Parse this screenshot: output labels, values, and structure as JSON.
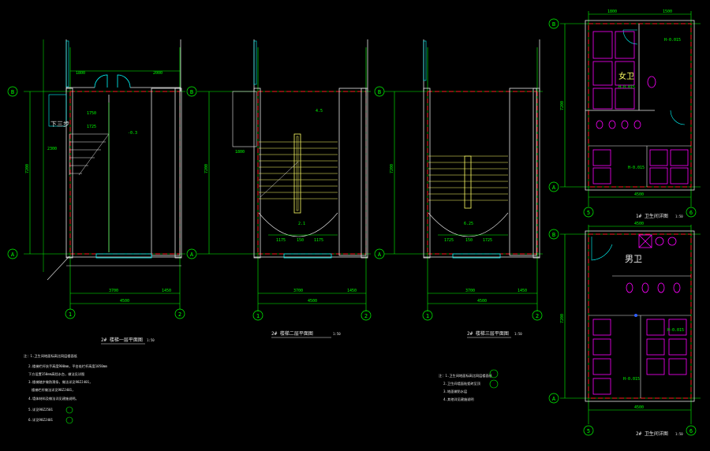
{
  "colors": {
    "background": "#000000",
    "wall": "#e8e8e8",
    "dimension": "#00ff00",
    "axis_red": "#ff2020",
    "fixture": "#ff00ff",
    "stair": "#ffff66",
    "glass": "#00ffff",
    "blue": "#3060ff"
  },
  "axis_labels": {
    "b": "B",
    "a": "A",
    "one": "1",
    "two": "2",
    "five": "5",
    "six": "6"
  },
  "plan1": {
    "title": "2# 楼梯一层平面图",
    "scale": "1:50",
    "stair_label": "下三步",
    "dims": {
      "bottom_inner": "3700",
      "bottom_right": "1450",
      "bottom_total": "4500",
      "left_total": "7200",
      "top_left": "1800",
      "top_right": "2000",
      "middle_a": "1725",
      "middle_b": "1750",
      "left_small": "2300",
      "level": "-0.3"
    }
  },
  "plan2": {
    "title": "2# 楼梯二层平面图",
    "scale": "1:50",
    "dims": {
      "bottom_inner": "3700",
      "bottom_right": "1450",
      "bottom_total": "4500",
      "left_total": "7200",
      "stair_bottom_a": "1175",
      "stair_bottom_b": "150",
      "stair_bottom_c": "1175",
      "level_top": "4.5",
      "level_mid": "2.1",
      "left_small": "1800"
    }
  },
  "plan3": {
    "title": "2# 楼梯三层平面图",
    "scale": "1:50",
    "dims": {
      "bottom_inner": "3700",
      "bottom_right": "1450",
      "bottom_total": "4500",
      "left_total": "7200",
      "stair_bottom_a": "1725",
      "stair_bottom_b": "150",
      "stair_bottom_c": "1725",
      "level_mid": "6.25"
    }
  },
  "plan_toilet_f": {
    "title": "1# 卫生间详图",
    "scale": "1:50",
    "label_f": "女卫",
    "dims": {
      "top_left": "1800",
      "top_right": "1500",
      "left_total": "7200",
      "bottom_total": "4500",
      "level_a": "H-0.015",
      "level_b": "H-0.015",
      "level_c": "H-0.015"
    }
  },
  "plan_toilet_m": {
    "title": "2# 卫生间详图",
    "scale": "1:50",
    "label_m": "男卫",
    "dims": {
      "top_total": "4500",
      "left_total": "7200",
      "bottom_total": "4500",
      "level_a": "H-0.015",
      "level_b": "H-0.015"
    }
  },
  "notes_left": [
    "注：1.卫生间地面标高比同层楼面低",
    "2.楼梯栏杆扶手高度900mm，平台处栏杆高度1050mm",
    "下方设置150mm高挡水台，做法见详图",
    "3.楼梯踏步做防滑条，做法详见98ZJ401，",
    "楼梯栏杆做法详见98ZJ401，",
    "4.墙体材料及做法详见建施说明。",
    "5.详见98ZJ501",
    "6.详见98ZJ401"
  ],
  "notes_right": [
    "注：1.卫生间地面标高比同层楼面低",
    "2.卫生间墙面贴瓷砖至顶",
    "3.地面做防水层",
    "4.其他详见建施说明"
  ]
}
